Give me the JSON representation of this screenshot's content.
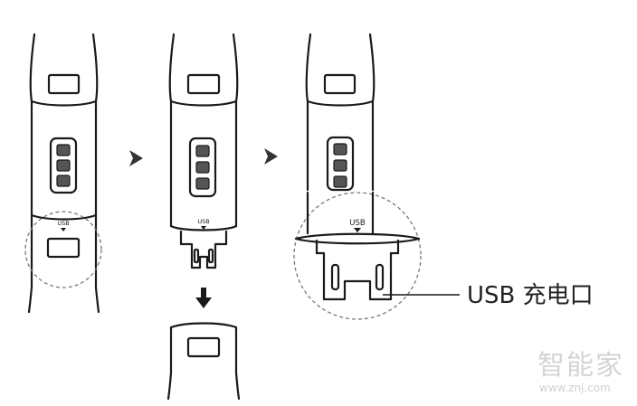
{
  "labels": {
    "usb_tag_1": "USB",
    "usb_tag_2": "USB",
    "usb_tag_3": "USB",
    "callout": "USB 充电口"
  },
  "watermark": {
    "brand": "智能家",
    "url": "www.znj.com"
  },
  "colors": {
    "stroke": "#1a1a1a",
    "button_fill": "#555555",
    "dashed_circle": "#777777",
    "arrow": "#333333",
    "watermark": "#d4d4d4"
  },
  "icons": [
    "right-arrow-icon",
    "right-arrow-icon",
    "down-arrow-icon"
  ]
}
